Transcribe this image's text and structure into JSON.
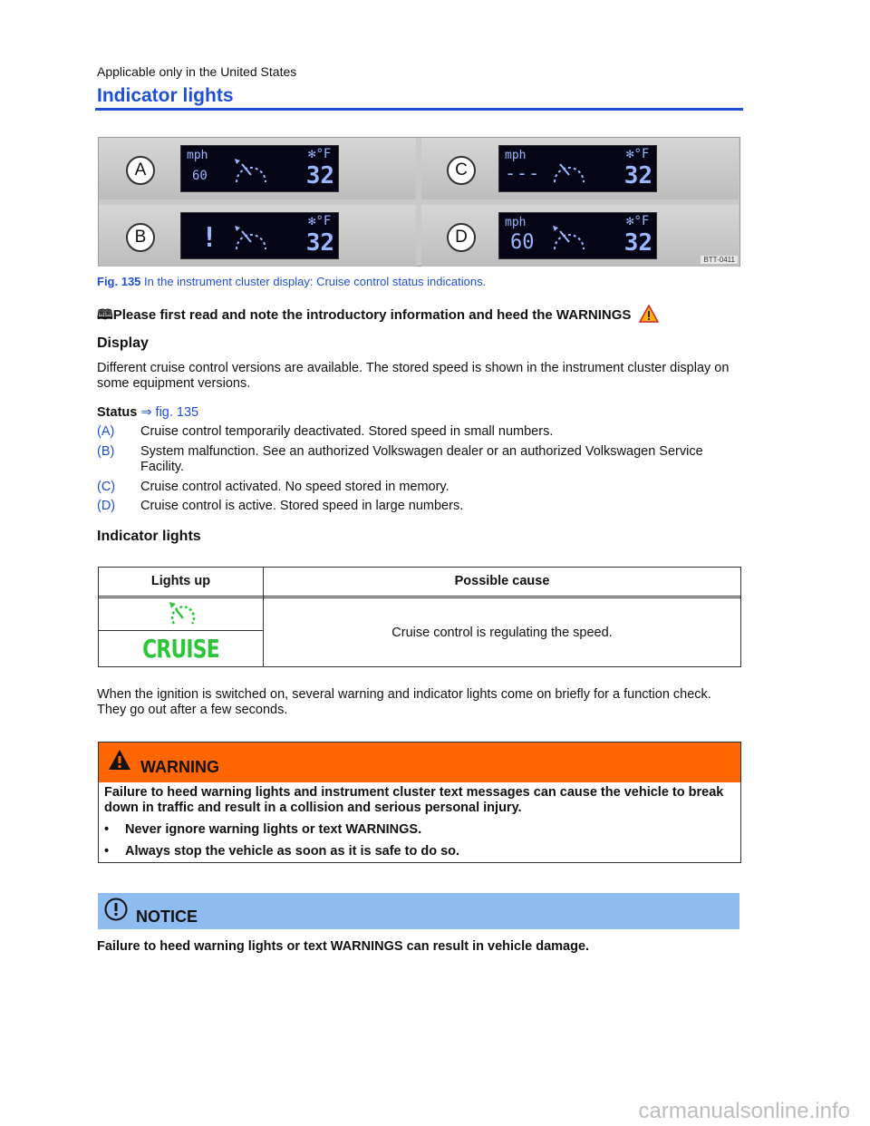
{
  "header": {
    "region_note": "Applicable only in the United States",
    "title": "Indicator lights"
  },
  "figure": {
    "panels": [
      {
        "letter": "A",
        "unit": "mph",
        "speed": "60",
        "temp": "32",
        "temp_unit": "°F"
      },
      {
        "letter": "B",
        "symbol": "!",
        "temp": "32",
        "temp_unit": "°F"
      },
      {
        "letter": "C",
        "unit": "mph",
        "speed": "---",
        "temp": "32",
        "temp_unit": "°F"
      },
      {
        "letter": "D",
        "unit": "mph",
        "speed": "60",
        "temp": "32",
        "temp_unit": "°F"
      }
    ],
    "code": "BTT-0411",
    "caption_label": "Fig. 135",
    "caption_text": " In the instrument cluster display: Cruise control status indications."
  },
  "intro": "Please first read and note the introductory information and heed the WARNINGS",
  "display": {
    "heading": "Display",
    "text": "Different cruise control versions are available. The stored speed is shown in the instrument cluster display on some equipment versions."
  },
  "status": {
    "label": "Status",
    "ref": "⇒ fig. 135",
    "items": [
      {
        "label": "(A)",
        "text": "Cruise control temporarily deactivated. Stored speed in small numbers."
      },
      {
        "label": "(B)",
        "text": "System malfunction. See an authorized Volkswagen dealer or an authorized Volkswagen Service Facility."
      },
      {
        "label": "(C)",
        "text": "Cruise control activated. No speed stored in memory."
      },
      {
        "label": "(D)",
        "text": "Cruise control is active. Stored speed in large numbers."
      }
    ]
  },
  "indicator": {
    "heading": "Indicator lights",
    "col1": "Lights up",
    "col2": "Possible cause",
    "cruise_text": "CRUISE",
    "cause": "Cruise control is regulating the speed."
  },
  "ignition_text": "When the ignition is switched on, several warning and indicator lights come on briefly for a function check. They go out after a few seconds.",
  "warning": {
    "title": "WARNING",
    "body": "Failure to heed warning lights and instrument cluster text messages can cause the vehicle to break down in traffic and result in a collision and serious personal injury.",
    "bullets": [
      "Never ignore warning lights or text WARNINGS.",
      "Always stop the vehicle as soon as it is safe to do so."
    ],
    "bullet_mark": "•"
  },
  "notice": {
    "title": "NOTICE",
    "text": "Failure to heed warning lights or text WARNINGS can result in vehicle damage."
  },
  "watermark": "carmanualsonline.info",
  "colors": {
    "link_blue": "#1f4fd6",
    "warning_orange": "#ff6600",
    "notice_blue": "#8fbcf0",
    "cruise_green": "#2ec53a"
  }
}
